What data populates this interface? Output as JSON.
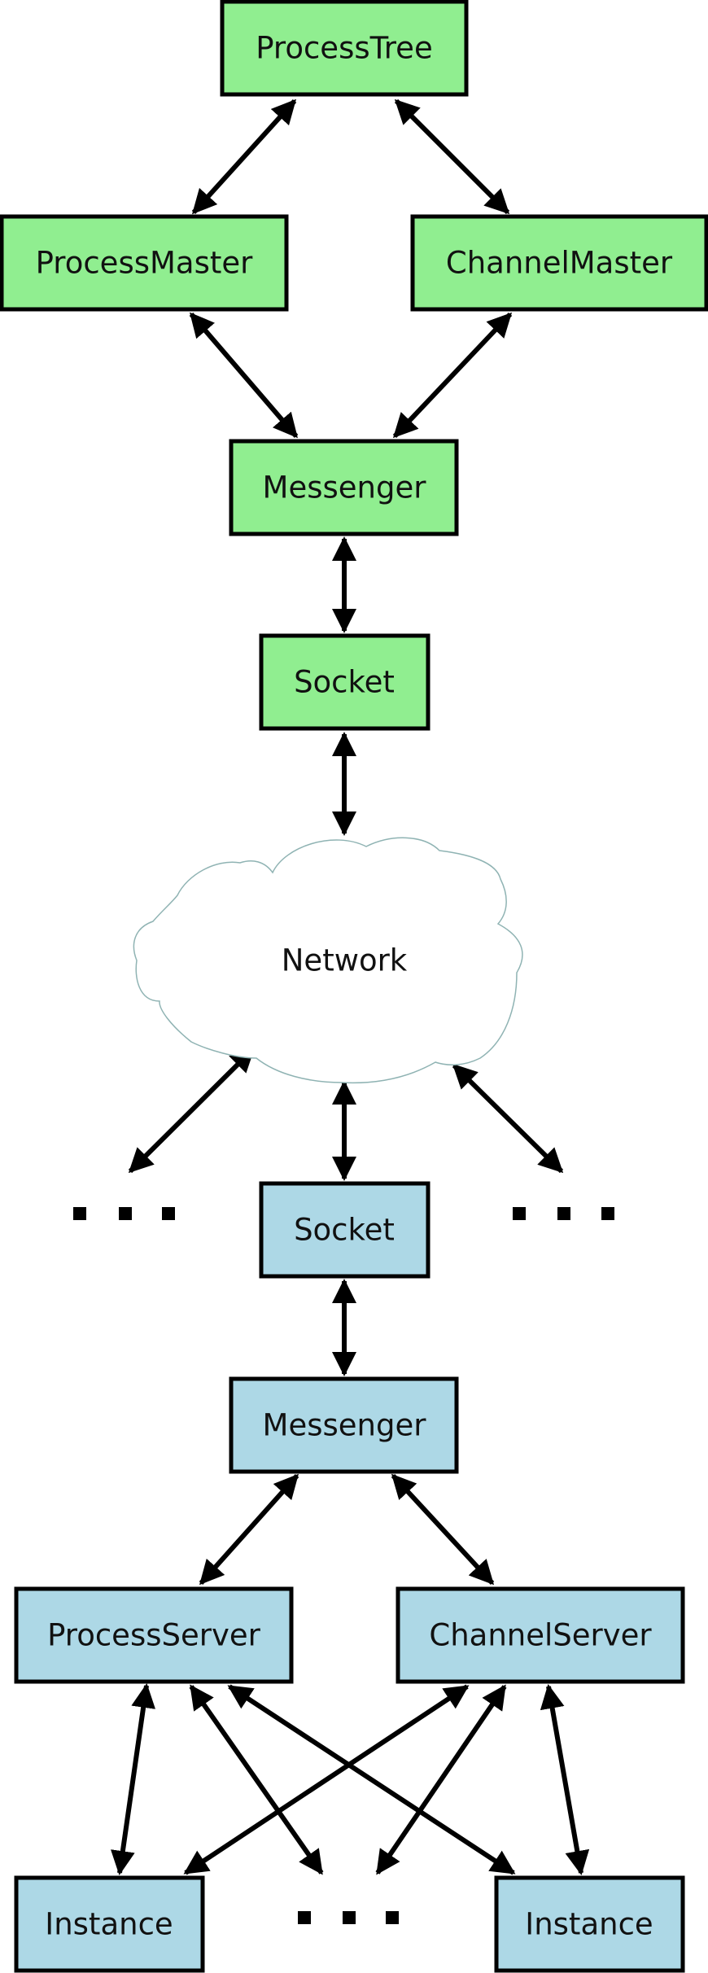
{
  "nodes": {
    "process_tree": "ProcessTree",
    "process_master": "ProcessMaster",
    "channel_master": "ChannelMaster",
    "messenger_master": "Messenger",
    "socket_master": "Socket",
    "network": "Network",
    "socket_worker": "Socket",
    "messenger_worker": "Messenger",
    "process_server": "ProcessServer",
    "channel_server": "ChannelServer",
    "instance_left": "Instance",
    "instance_right": "Instance"
  },
  "colors": {
    "master_fill": "#90ee90",
    "worker_fill": "#add8e6",
    "edge": "#000000"
  }
}
